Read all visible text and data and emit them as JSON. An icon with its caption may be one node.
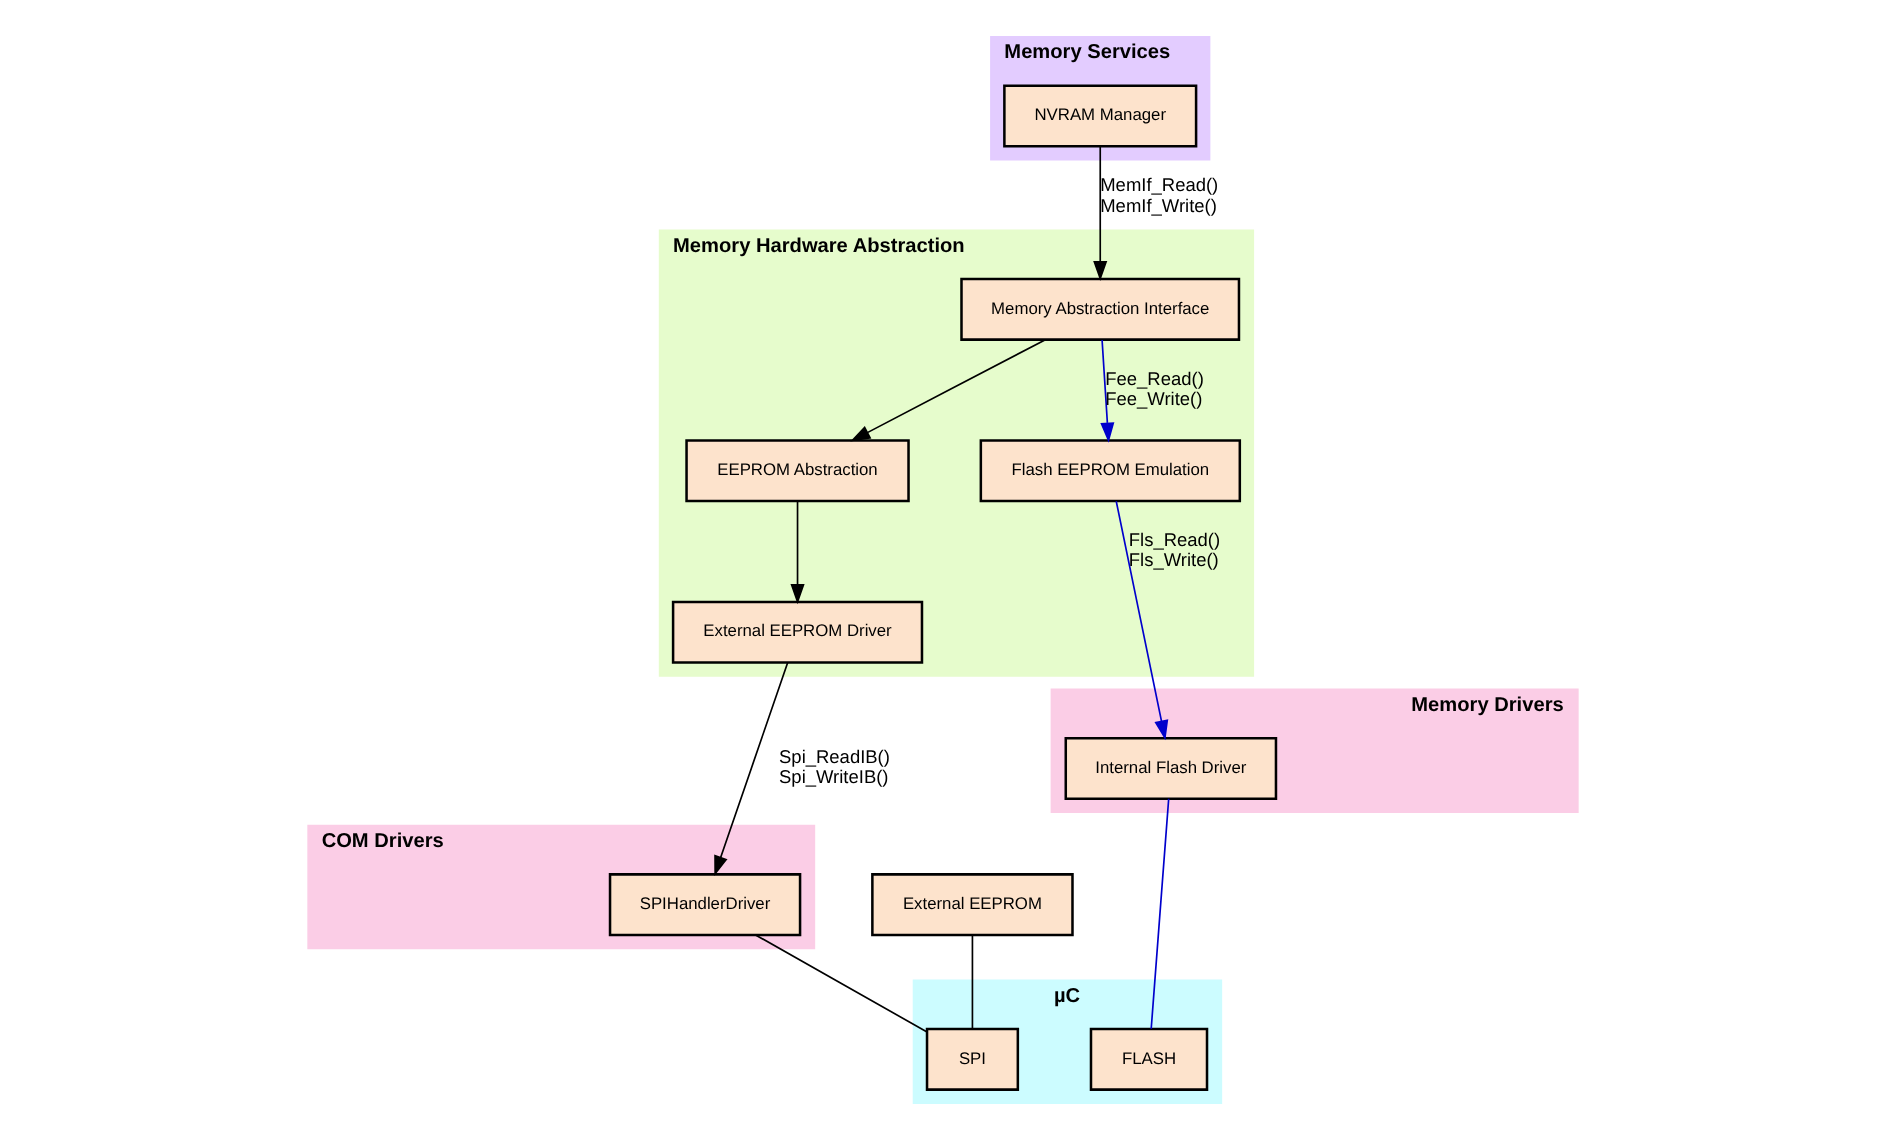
{
  "diagram": {
    "nodes": [
      {
        "text": [
          "Memory Services"
        ]
      },
      {
        "text": [
          "NVRAM Manager"
        ],
        "in": 0
      },
      {
        "text": [
          "Memory Hardware Abstraction"
        ]
      },
      {
        "text": [
          "Memory Abstraction Interface"
        ],
        "in": 2
      },
      {
        "text": [
          "EEPROM Abstraction"
        ],
        "in": 2
      },
      {
        "text": [
          "External EEPROM Driver"
        ],
        "in": 2
      },
      {
        "text": [
          "Flash EEPROM Emulation"
        ],
        "in": 2
      },
      {
        "text": [
          "COM Drivers"
        ]
      },
      {
        "text": [
          "SPIHandlerDriver"
        ],
        "in": 7
      },
      {
        "text": [
          "Memory Drivers"
        ]
      },
      {
        "text": [
          "Internal Flash Driver"
        ],
        "in": 9
      },
      {
        "text": [
          "External EEPROM"
        ]
      },
      {
        "text": [
          "µC"
        ]
      },
      {
        "text": [
          "SPI"
        ],
        "in": 12
      },
      {
        "text": [
          "FLASH"
        ],
        "in": 12
      }
    ],
    "edges": [
      {
        "from": 1,
        "to": 3,
        "arrow": "to",
        "label": "MemIf_Read() MemIf_Write()"
      },
      {
        "from": 3,
        "to": 4,
        "arrow": "to"
      },
      {
        "from": 3,
        "to": 6,
        "arrow": "to",
        "label": "Fee_Read() Fee_Write()",
        "color": "#0000cc"
      },
      {
        "from": 4,
        "to": 5,
        "arrow": "to"
      },
      {
        "from": 5,
        "to": 8,
        "arrow": "to",
        "label": "Spi_ReadIB() Spi_WriteIB()"
      },
      {
        "from": 6,
        "to": 10,
        "arrow": "to",
        "label": "Fls_Read() Fls_Write()",
        "color": "#0000cc"
      },
      {
        "from": 8,
        "to": 13,
        "arrow": "none"
      },
      {
        "from": 10,
        "to": 14,
        "arrow": "none",
        "color": "#0000cc"
      },
      {
        "from": 11,
        "to": 13,
        "arrow": "none"
      }
    ]
  }
}
